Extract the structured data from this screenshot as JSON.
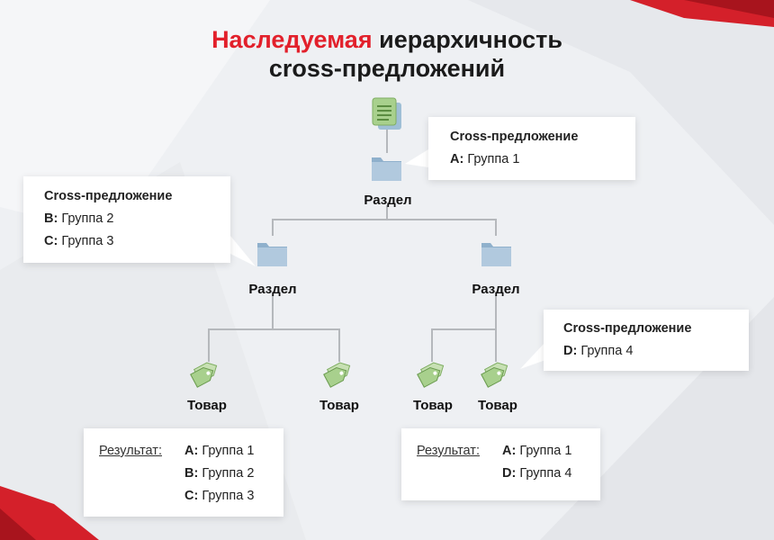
{
  "title": {
    "accent": "Наследуемая",
    "rest": " иерархичность",
    "line2": "cross-предложений"
  },
  "nodes": {
    "root_section": "Раздел",
    "left_section": "Раздел",
    "right_section": "Раздел",
    "product_1": "Товар",
    "product_2": "Товар",
    "product_3": "Товар",
    "product_4": "Товар"
  },
  "callouts": {
    "root": {
      "heading": "Cross-предложение",
      "rows": [
        {
          "key": "A:",
          "value": "Группа 1"
        }
      ]
    },
    "left": {
      "heading": "Cross-предложение",
      "rows": [
        {
          "key": "B:",
          "value": "Группа 2"
        },
        {
          "key": "C:",
          "value": "Группа 3"
        }
      ]
    },
    "product4": {
      "heading": "Cross-предложение",
      "rows": [
        {
          "key": "D:",
          "value": "Группа 4"
        }
      ]
    }
  },
  "results": {
    "left": {
      "label": "Результат:",
      "rows": [
        {
          "key": "A:",
          "value": "Группа 1"
        },
        {
          "key": "B:",
          "value": "Группа 2"
        },
        {
          "key": "C:",
          "value": "Группа 3"
        }
      ]
    },
    "right": {
      "label": "Результат:",
      "rows": [
        {
          "key": "A:",
          "value": "Группа 1"
        },
        {
          "key": "D:",
          "value": "Группа 4"
        }
      ]
    }
  },
  "colors": {
    "accent": "#e2202b",
    "folder": "#a9c4dc",
    "tag": "#a8d08d",
    "document": "#a8d08d",
    "line": "#b5b8bc"
  }
}
